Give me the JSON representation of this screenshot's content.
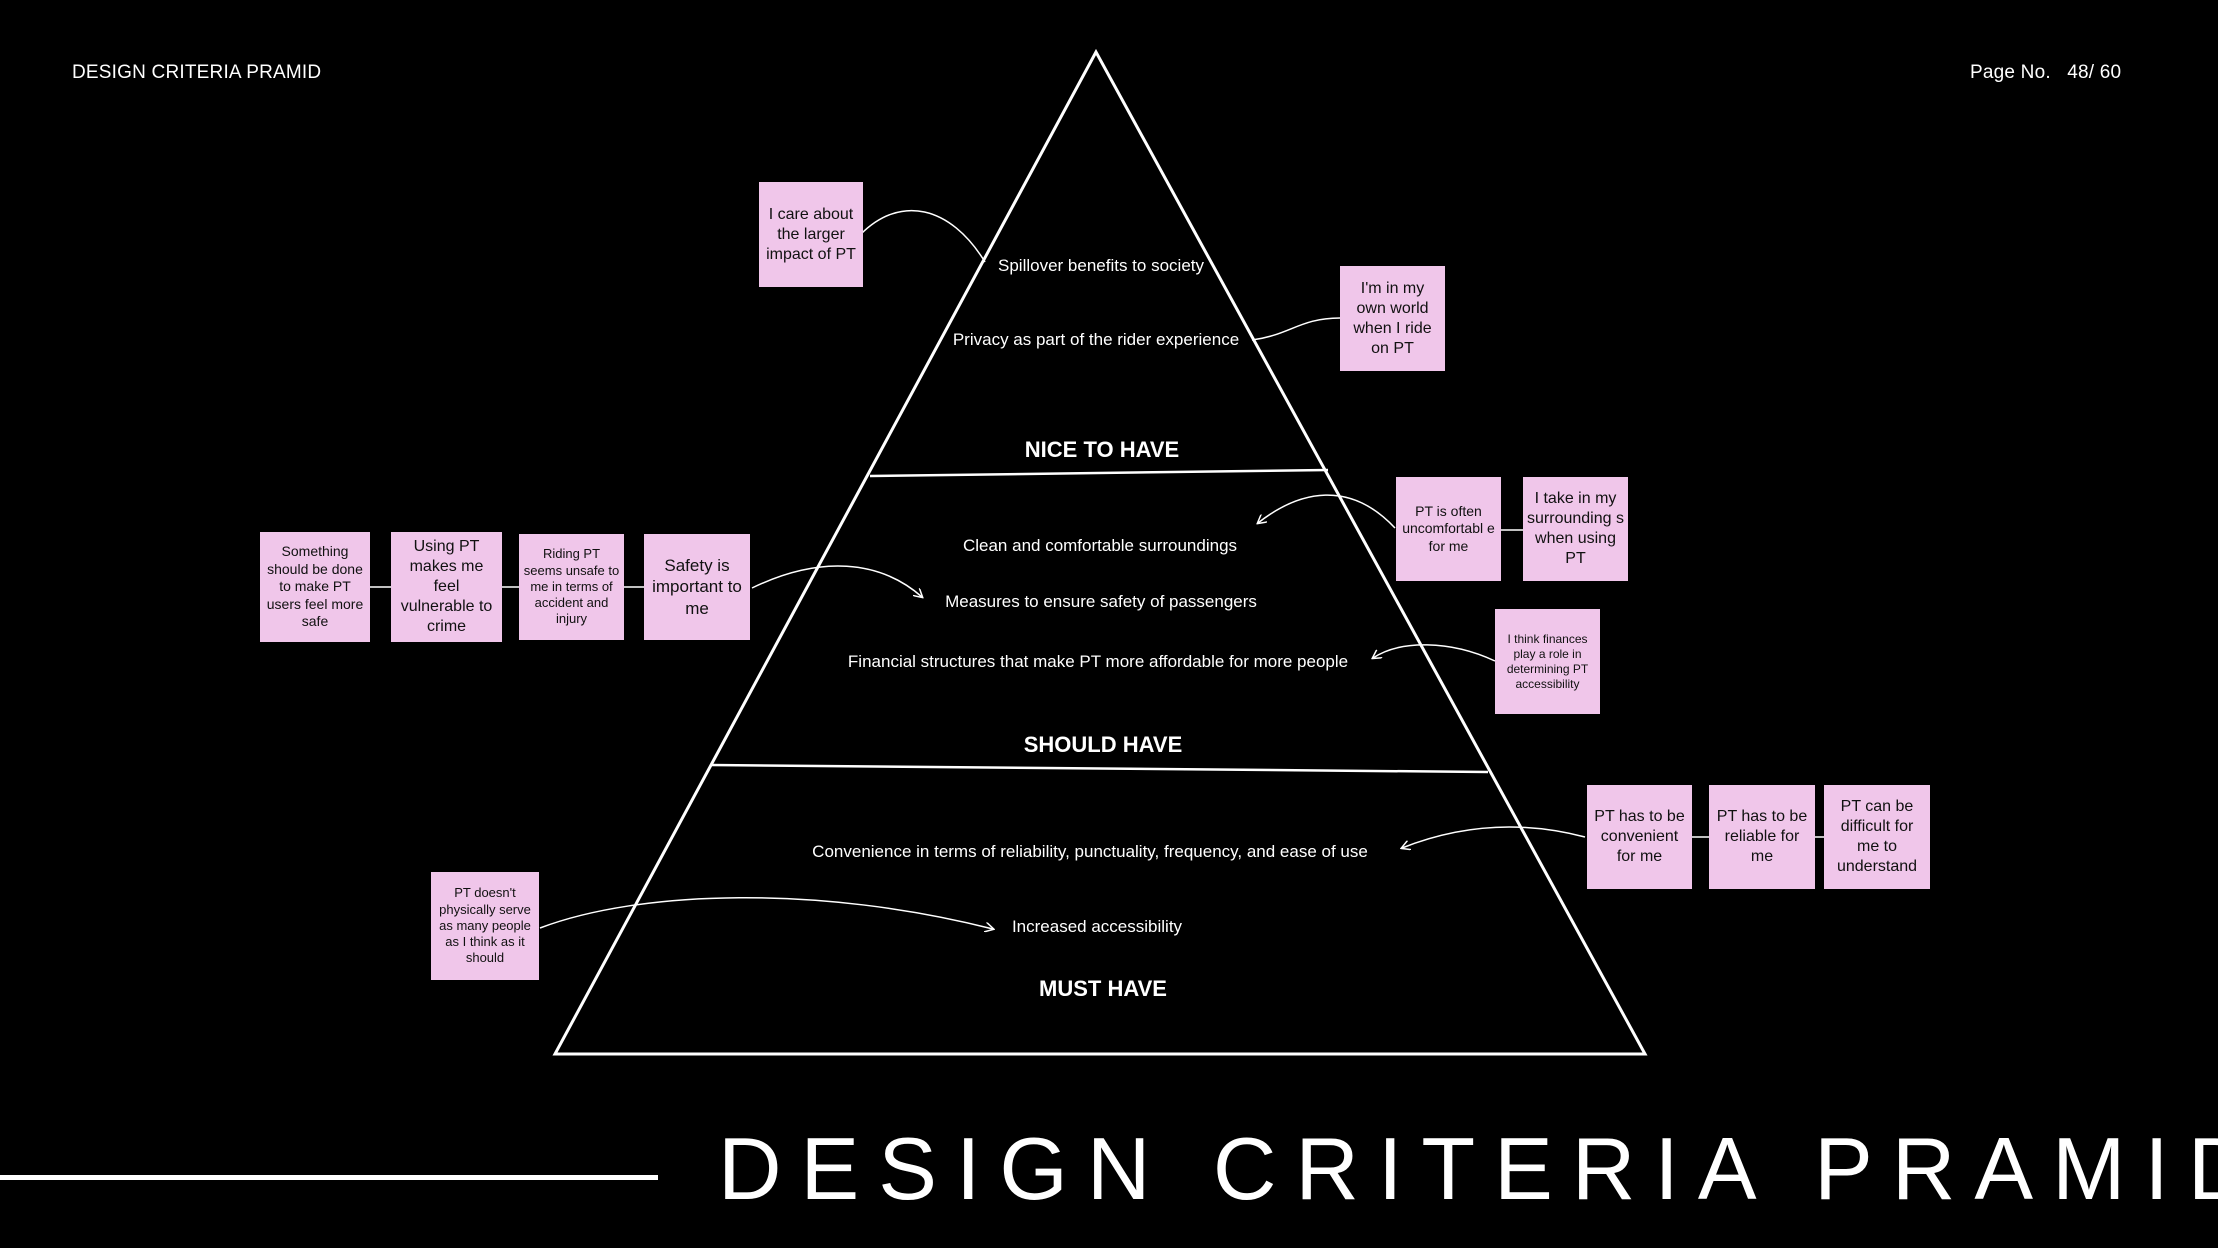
{
  "header": {
    "title": "DESIGN CRITERIA PRAMID",
    "page_label": "Page No.",
    "page_value": "48/ 60"
  },
  "tiers": {
    "nice": "NICE TO HAVE",
    "should": "SHOULD HAVE",
    "must": "MUST HAVE"
  },
  "criteria": {
    "spillover": "Spillover benefits to society",
    "privacy": "Privacy as part of the rider experience",
    "clean": "Clean and comfortable surroundings",
    "safety": "Measures to ensure safety of passengers",
    "financial": "Financial structures that make PT more affordable for more people",
    "convenience": "Convenience in terms of reliability, punctuality, frequency, and ease of use",
    "accessibility": "Increased accessibility"
  },
  "notes": {
    "larger_impact": "I care about the larger impact of PT",
    "own_world": "I'm in my own world when I ride on PT",
    "uncomfortable": "PT is often uncomfortabl e for me",
    "surroundings": "I take in my surrounding s when using PT",
    "something_done": "Something should be done to make PT users feel more safe",
    "vulnerable": "Using PT makes me feel vulnerable to crime",
    "unsafe": "Riding PT seems unsafe to me in terms of accident and injury",
    "safety_important": "Safety is important to me",
    "finances": "I think finances play a role in determining PT accessibility",
    "convenient": "PT has to be convenient for me",
    "reliable": "PT has to be reliable for me",
    "difficult": "PT can be difficult for me to understand",
    "physically_serve": "PT doesn't physically serve as many people as I think as it should"
  },
  "footer": {
    "title": "DESIGN CRITERIA PRAMID"
  },
  "colors": {
    "background": "#000000",
    "note": "#f0c6ea",
    "line": "#ffffff"
  }
}
